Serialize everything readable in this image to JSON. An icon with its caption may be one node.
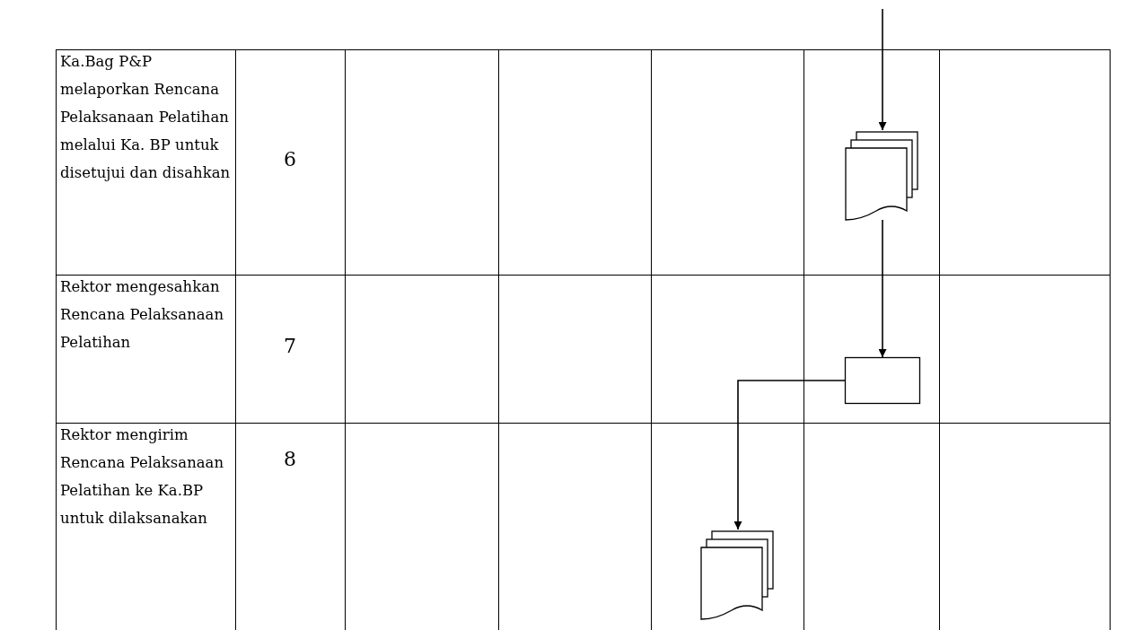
{
  "diagram": {
    "nodes": [
      {
        "text": [],
        "shape": "document"
      },
      {
        "text": [],
        "shape": "box"
      },
      {
        "text": [],
        "shape": "document"
      }
    ],
    "edges": [
      {
        "from": null,
        "to": 0,
        "arrow": "to"
      },
      {
        "from": 0,
        "to": 1,
        "arrow": "to"
      },
      {
        "from": 1,
        "to": 2,
        "arrow": "to"
      }
    ],
    "labels": [
      "Ka.Bag P&P melaporkan Rencana Pelaksanaan Pelatihan melalui Ka. BP untuk disetujui dan disahkan",
      "6",
      "Rektor mengesahkan Rencana Pelaksanaan Pelatihan",
      "7",
      "Rektor mengirim Rencana Pelaksanaan Pelatihan ke Ka.BP untuk dilaksanakan",
      "8"
    ]
  }
}
